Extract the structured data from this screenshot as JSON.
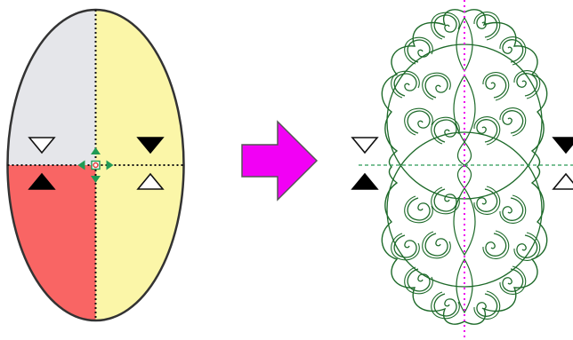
{
  "diagram": {
    "left_panel": {
      "quadrants": [
        {
          "name": "top-left",
          "color": "#e5e6ea"
        },
        {
          "name": "top-right",
          "color": "#fbf6a8"
        },
        {
          "name": "bottom-left",
          "color": "#f96564"
        },
        {
          "name": "bottom-right",
          "color": "#fbf6a8"
        }
      ],
      "outline_color": "#333333",
      "axis_style": "dotted",
      "center_handle": {
        "icon": "move-cross-icon",
        "color": "#1f9a55",
        "center_color": "#e23c3c"
      },
      "markers": [
        {
          "name": "top-left-marker",
          "shape": "triangle-down",
          "fill": "hollow"
        },
        {
          "name": "top-right-marker",
          "shape": "triangle-down",
          "fill": "solid"
        },
        {
          "name": "bottom-left-marker",
          "shape": "triangle-up",
          "fill": "solid"
        },
        {
          "name": "bottom-right-marker",
          "shape": "triangle-up",
          "fill": "hollow"
        }
      ]
    },
    "arrow": {
      "icon": "right-arrow-icon",
      "color": "#f200f5",
      "outline": "#555555"
    },
    "right_panel": {
      "pattern": "symmetric-swirl-quilting-design",
      "stroke_color": "#1e6a2a",
      "vertical_axis_color": "#ee00ee",
      "horizontal_axis_color": "#2a9a56",
      "markers": [
        {
          "name": "left-upper-marker",
          "shape": "triangle-down",
          "fill": "hollow"
        },
        {
          "name": "left-lower-marker",
          "shape": "triangle-up",
          "fill": "solid"
        },
        {
          "name": "right-upper-marker",
          "shape": "triangle-down",
          "fill": "solid"
        },
        {
          "name": "right-lower-marker",
          "shape": "triangle-up",
          "fill": "hollow"
        }
      ]
    }
  }
}
